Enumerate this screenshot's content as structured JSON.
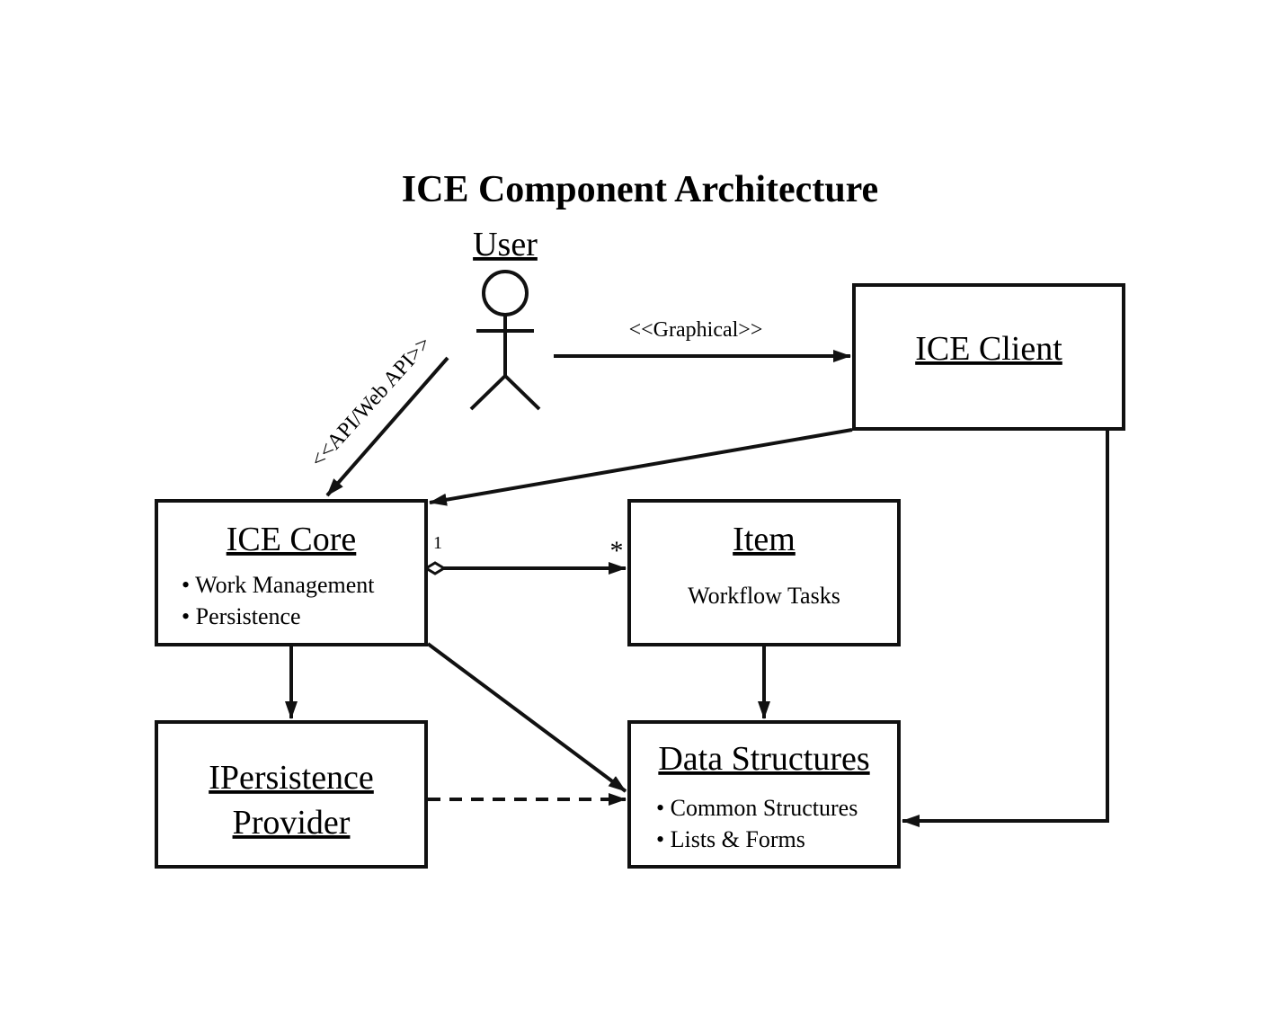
{
  "title": "ICE Component Architecture",
  "actor": {
    "label": "User"
  },
  "boxes": {
    "ice_client": {
      "title": "ICE Client"
    },
    "ice_core": {
      "title": "ICE Core",
      "bullets": [
        "• Work Management",
        "• Persistence"
      ]
    },
    "item": {
      "title": "Item",
      "subtitle": "Workflow Tasks"
    },
    "persistence_provider": {
      "title_line1": "IPersistence",
      "title_line2": "Provider"
    },
    "data_structures": {
      "title": "Data Structures",
      "bullets": [
        "• Common Structures",
        "• Lists & Forms"
      ]
    }
  },
  "edges": {
    "graphical_label": "<<Graphical>>",
    "api_label": "<<API/Web API>>",
    "core_item_source_mult": "1",
    "core_item_target_mult": "*"
  },
  "colors": {
    "stroke": "#111111",
    "background": "#ffffff"
  }
}
